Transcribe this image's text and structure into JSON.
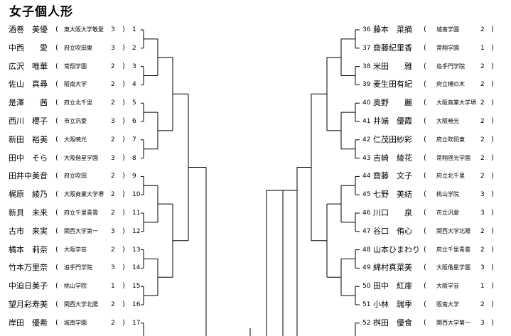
{
  "title": "女子個人形",
  "left": [
    {
      "num": "1",
      "name": "酒巻　美優",
      "school": "東大阪大学敬愛",
      "grade": "3"
    },
    {
      "num": "2",
      "name": "中西　　愛",
      "school": "府立吹田東",
      "grade": "3"
    },
    {
      "num": "3",
      "name": "広沢　唯華",
      "school": "常翔学園",
      "grade": "2"
    },
    {
      "num": "4",
      "name": "佐山　真尋",
      "school": "阪南大学",
      "grade": "2"
    },
    {
      "num": "5",
      "name": "是澤　　茜",
      "school": "府立北千里",
      "grade": "2"
    },
    {
      "num": "6",
      "name": "西川　櫻子",
      "school": "市立汎愛",
      "grade": "3"
    },
    {
      "num": "7",
      "name": "新田　裕美",
      "school": "大阪暁光",
      "grade": "2"
    },
    {
      "num": "8",
      "name": "田中　そら",
      "school": "大阪偕星学園",
      "grade": "3"
    },
    {
      "num": "9",
      "name": "田井中美音",
      "school": "府立吹田",
      "grade": "2"
    },
    {
      "num": "10",
      "name": "梶原　綾乃",
      "school": "大阪商業大学堺",
      "grade": "2"
    },
    {
      "num": "11",
      "name": "新貝　未来",
      "school": "府立千里青雲",
      "grade": "2"
    },
    {
      "num": "12",
      "name": "古市　来実",
      "school": "関西大学第一",
      "grade": "3"
    },
    {
      "num": "13",
      "name": "橘本　莉奈",
      "school": "大阪学芸",
      "grade": "2"
    },
    {
      "num": "14",
      "name": "竹本万里奈",
      "school": "追手門学院",
      "grade": "3"
    },
    {
      "num": "15",
      "name": "中迫日美子",
      "school": "桃山学院",
      "grade": "1"
    },
    {
      "num": "16",
      "name": "望月彩寿美",
      "school": "関西大学北陽",
      "grade": "2"
    },
    {
      "num": "17",
      "name": "岸田　優希",
      "school": "城南学園",
      "grade": "2"
    }
  ],
  "right": [
    {
      "num": "36",
      "name": "藤本　菜摘",
      "school": "城南学園",
      "grade": "2"
    },
    {
      "num": "37",
      "name": "齋藤紀里香",
      "school": "常翔学園",
      "grade": "1"
    },
    {
      "num": "38",
      "name": "米田　　雅",
      "school": "追手門学院",
      "grade": "2"
    },
    {
      "num": "39",
      "name": "麦生田有紀",
      "school": "府立槻の木",
      "grade": "2"
    },
    {
      "num": "40",
      "name": "奥野　　麗",
      "school": "大阪商業大学堺",
      "grade": "2"
    },
    {
      "num": "41",
      "name": "井端　優霞",
      "school": "大阪暁光",
      "grade": "2"
    },
    {
      "num": "42",
      "name": "仁茂田紗彩",
      "school": "府立吹田東",
      "grade": "2"
    },
    {
      "num": "43",
      "name": "吉崎　綾花",
      "school": "常翔啓光学園",
      "grade": "2"
    },
    {
      "num": "44",
      "name": "齋藤　文子",
      "school": "府立北千里",
      "grade": "2"
    },
    {
      "num": "45",
      "name": "七野　美結",
      "school": "桃山学院",
      "grade": "3"
    },
    {
      "num": "46",
      "name": "川口　　泉",
      "school": "市立汎愛",
      "grade": "3"
    },
    {
      "num": "47",
      "name": "谷口　侑心",
      "school": "関西大学北陽",
      "grade": "2"
    },
    {
      "num": "48",
      "name": "山本ひまわり",
      "school": "府立千里青雲",
      "grade": "2"
    },
    {
      "num": "49",
      "name": "綿村真菜美",
      "school": "大阪偕星学園",
      "grade": "3"
    },
    {
      "num": "50",
      "name": "田中　紅扉",
      "school": "大阪学芸",
      "grade": "1"
    },
    {
      "num": "51",
      "name": "小林　瑞季",
      "school": "阪南大学",
      "grade": "2"
    },
    {
      "num": "52",
      "name": "桝田　優食",
      "school": "関西大学第一",
      "grade": "3"
    }
  ]
}
